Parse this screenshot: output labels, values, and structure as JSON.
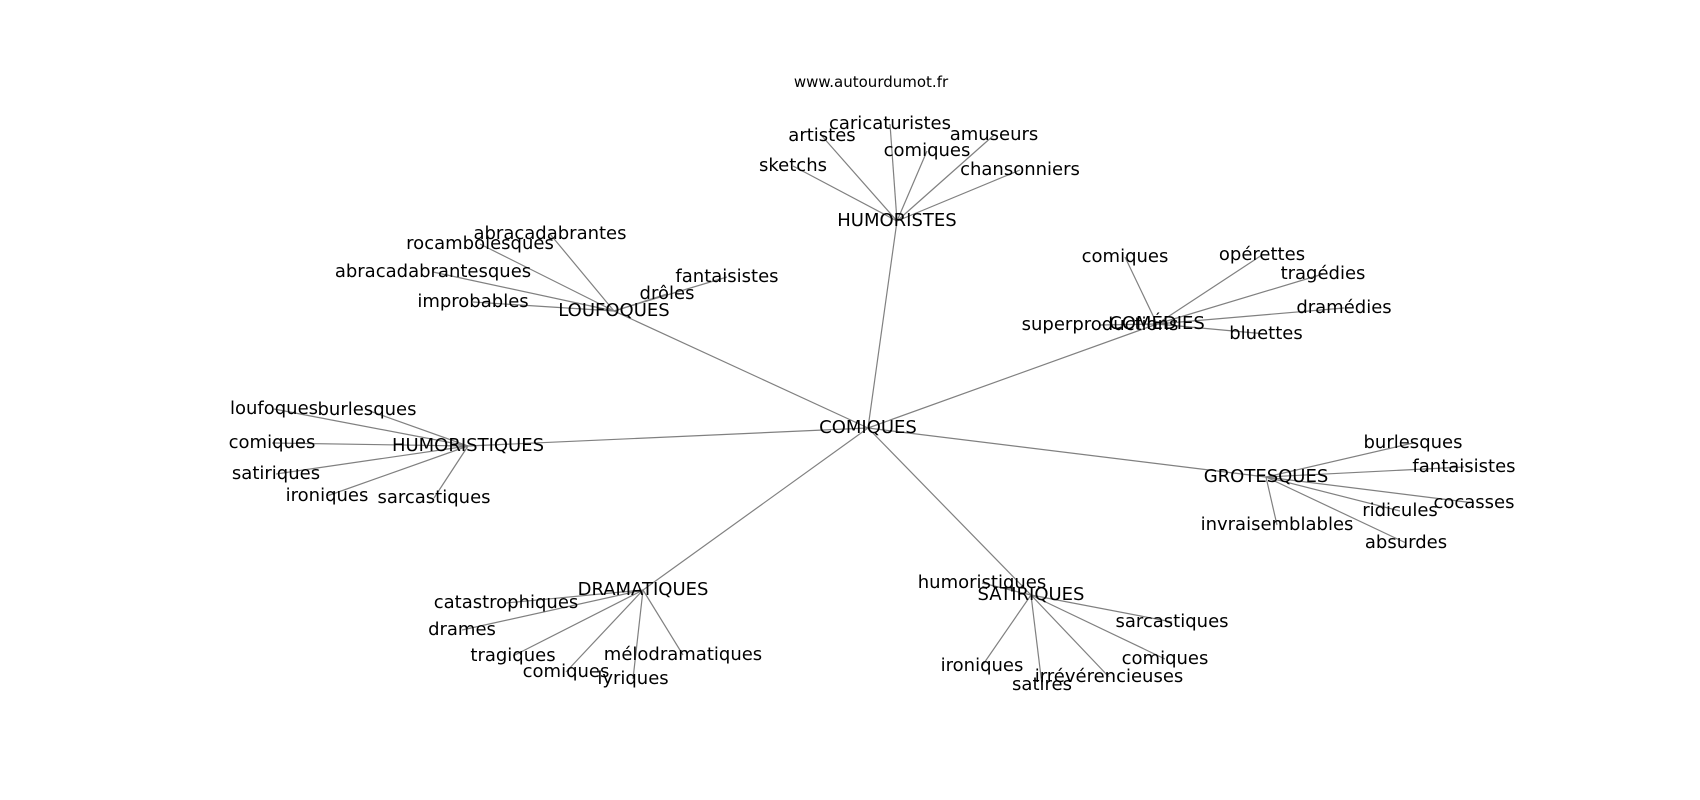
{
  "source": "www.autourdumot.fr",
  "root": "COMIQUES",
  "groups": [
    {
      "label": "HUMORISTES",
      "children": [
        "caricaturistes",
        "artistes",
        "amuseurs",
        "comiques",
        "sketchs",
        "chansonniers"
      ]
    },
    {
      "label": "LOUFOQUES",
      "children": [
        "abracadabrantes",
        "rocambolesques",
        "abracadabrantesques",
        "improbables",
        "fantaisistes",
        "drôles"
      ]
    },
    {
      "label": "COMÉDIES",
      "children": [
        "comiques",
        "opérettes",
        "tragédies",
        "dramédies",
        "superproductions",
        "bluettes"
      ]
    },
    {
      "label": "HUMORISTIQUES",
      "children": [
        "loufoques",
        "burlesques",
        "comiques",
        "satiriques",
        "ironiques",
        "sarcastiques"
      ]
    },
    {
      "label": "GROTESQUES",
      "children": [
        "burlesques",
        "fantaisistes",
        "cocasses",
        "ridicules",
        "invraisemblables",
        "absurdes"
      ]
    },
    {
      "label": "DRAMATIQUES",
      "children": [
        "catastrophiques",
        "drames",
        "tragiques",
        "comiques",
        "lyriques",
        "mélodramatiques"
      ]
    },
    {
      "label": "SATIRIQUES",
      "children": [
        "humoristiques",
        "sarcastiques",
        "comiques",
        "ironiques",
        "satires",
        "irrévérencieuses"
      ]
    }
  ]
}
